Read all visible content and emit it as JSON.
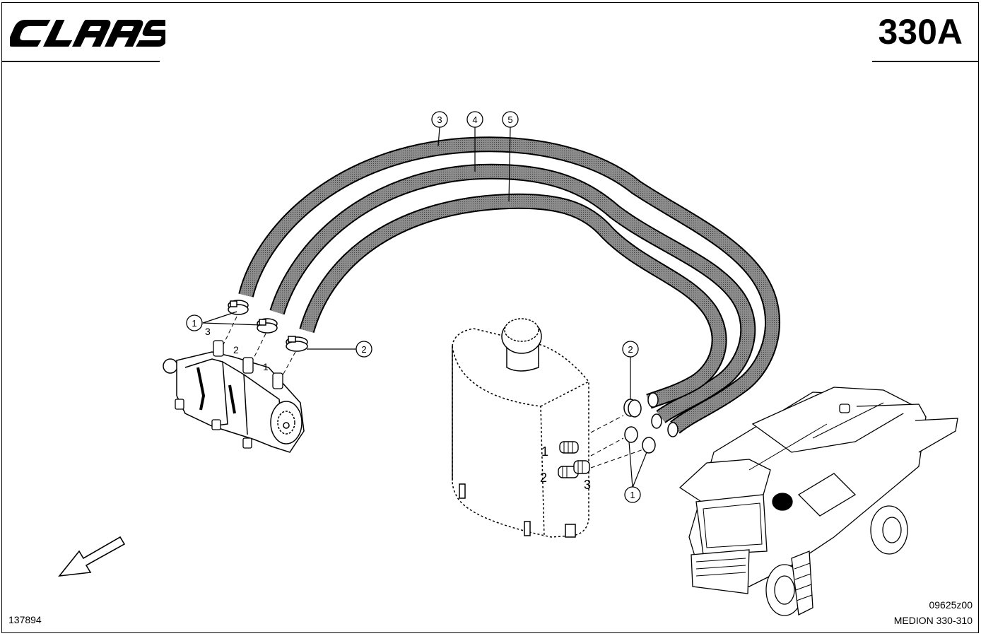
{
  "header": {
    "brand": "CLAAS",
    "page_code": "330A"
  },
  "callouts": {
    "c3": "3",
    "c4": "4",
    "c5": "5",
    "c1_left": "1",
    "c2_left": "2",
    "c2_right": "2",
    "c1_right": "1"
  },
  "port_labels": {
    "pump_3": "3",
    "pump_2": "2",
    "pump_1": "1",
    "tank_1": "1",
    "tank_2": "2",
    "tank_3": "3"
  },
  "footer": {
    "figure_id": "137894",
    "drawing_ref": "09625z00",
    "model_ref": "MEDION 330-310"
  },
  "colors": {
    "line": "#000000",
    "hose_fill": "#8a8a8a",
    "background": "#ffffff"
  },
  "icons": {
    "direction": "arrow-down-left-icon"
  }
}
